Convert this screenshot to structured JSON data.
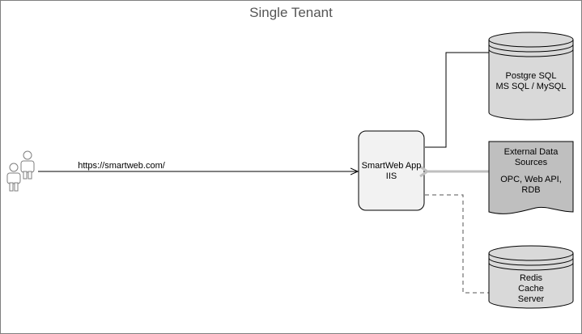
{
  "title": "Single Tenant",
  "connection_label": "https://smartweb.com/",
  "app": {
    "line1": "SmartWeb App",
    "line2": "IIS"
  },
  "database": {
    "line1": "Postgre SQL",
    "line2": "MS SQL / MySQL"
  },
  "external": {
    "line1": "External Data",
    "line2": "Sources",
    "line3": "OPC, Web API,",
    "line4": "RDB"
  },
  "cache": {
    "line1": "Redis",
    "line2": "Cache",
    "line3": "Server"
  },
  "icons": {
    "users": "users-icon"
  },
  "colors": {
    "border": "#7f7f7f",
    "app_fill": "#f2f2f2",
    "db_fill": "#d9d9d9",
    "external_fill": "#bfbfbf",
    "arrow_gray": "#bfbfbf"
  }
}
